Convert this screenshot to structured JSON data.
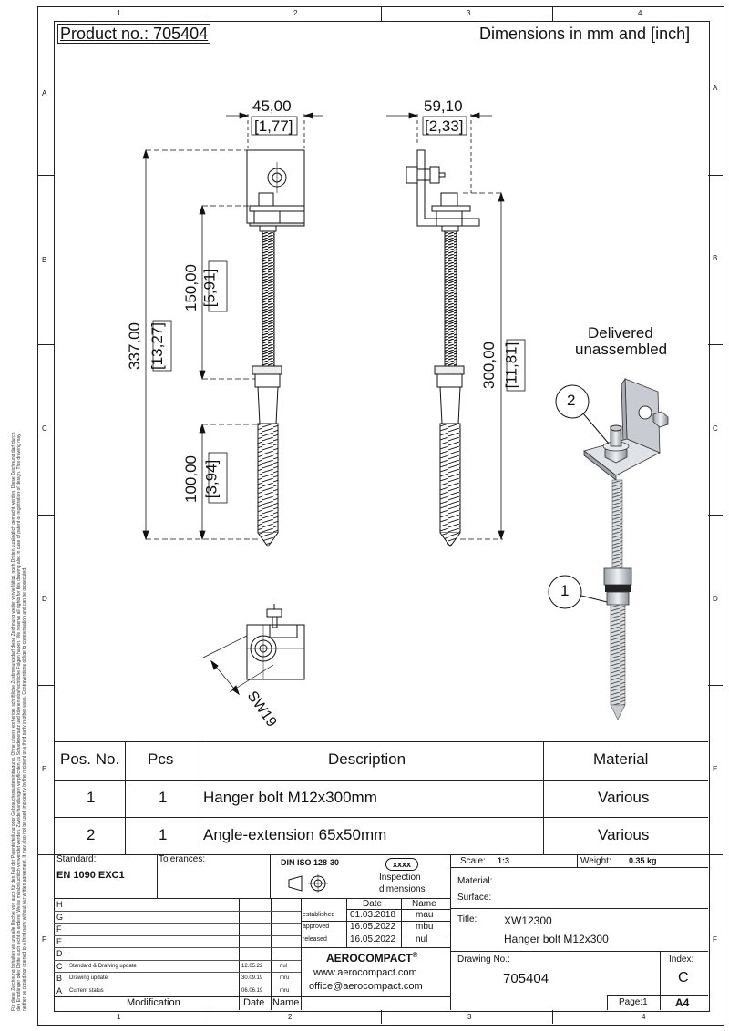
{
  "border": {
    "cols": [
      "1",
      "2",
      "3",
      "4"
    ],
    "rows": [
      "A",
      "B",
      "C",
      "D",
      "E",
      "F"
    ]
  },
  "header": {
    "product": "Product no.: 705404",
    "units": "Dimensions in mm and [inch]"
  },
  "dimensions": {
    "w_front": "45,00",
    "w_front_in": "[1,77]",
    "w_side": "59,10",
    "w_side_in": "[2,33]",
    "h_total": "337,00",
    "h_total_in": "[13,27]",
    "h_thread": "150,00",
    "h_thread_in": "[5,91]",
    "h_screw": "100,00",
    "h_screw_in": "[3,94]",
    "h_side": "300,00",
    "h_side_in": "[11,81]",
    "wrench": "SW19"
  },
  "iso_view": {
    "note_line1": "Delivered",
    "note_line2": "unassembled",
    "balloon_1": "1",
    "balloon_2": "2"
  },
  "bom": {
    "headers": [
      "Pos. No.",
      "Pcs",
      "Description",
      "Material"
    ],
    "rows": [
      {
        "pos": "1",
        "pcs": "1",
        "desc": "Hanger bolt M12x300mm",
        "material": "Various"
      },
      {
        "pos": "2",
        "pcs": "1",
        "desc": "Angle-extension 65x50mm",
        "material": "Various"
      }
    ]
  },
  "title_block": {
    "standard_label": "Standard:",
    "standard_value": "EN 1090 EXC1",
    "tolerances_label": "Tolerances:",
    "din": "DIN ISO 128-30",
    "inspection_badge": "xxxx",
    "inspection_line1": "Inspection",
    "inspection_line2": "dimensions",
    "scale_label": "Scale:",
    "scale_value": "1:3",
    "weight_label": "Weight:",
    "weight_value": "0.35 kg",
    "material_label": "Material:",
    "surface_label": "Surface:",
    "date_header": "Date",
    "name_header": "Name",
    "approvals": [
      {
        "label": "established",
        "date": "01.03.2018",
        "name": "mau"
      },
      {
        "label": "approved",
        "date": "16.05.2022",
        "name": "mbu"
      },
      {
        "label": "released",
        "date": "16.05.2022",
        "name": "nul"
      }
    ],
    "company": "AEROCOMPACT",
    "reg": "®",
    "web": "www.aerocompact.com",
    "email": "office@aerocompact.com",
    "title_label": "Title:",
    "title_code": "XW12300",
    "title_desc": "Hanger bolt M12x300",
    "drawing_no_label": "Drawing No.:",
    "drawing_no": "705404",
    "index_label": "Index:",
    "index_value": "C",
    "page_label": "Page:1",
    "format": "A4",
    "revisions": [
      {
        "letter": "H",
        "text": "",
        "date": "",
        "name": ""
      },
      {
        "letter": "G",
        "text": "",
        "date": "",
        "name": ""
      },
      {
        "letter": "F",
        "text": "",
        "date": "",
        "name": ""
      },
      {
        "letter": "E",
        "text": "",
        "date": "",
        "name": ""
      },
      {
        "letter": "D",
        "text": "",
        "date": "",
        "name": ""
      },
      {
        "letter": "C",
        "text": "Standard & Drawing update",
        "date": "12.05.22",
        "name": "nul"
      },
      {
        "letter": "B",
        "text": "Drawing update",
        "date": "30.09.19",
        "name": "mru"
      },
      {
        "letter": "A",
        "text": "Current status",
        "date": "06.06.19",
        "name": "mru"
      }
    ],
    "mod_header": "Modification",
    "mod_date": "Date",
    "mod_name": "Name"
  },
  "legal_top": "Für diese Zeichnung behalten wir uns alle Rechte vor, auch für den Fall der Patenterteilung oder Gebrauchsmustereintragung. Ohne unsere vorherige, schriftliche Zustimmung darf diese Zeichnung weder vervielfältigt, noch Dritten zugänglich gemacht werden. Diese Zeichnung darf durch den Empfänger oder Dritte auch nicht in anderer Weise missbräuchlich verwendet werden. Zuwiderhandlungen verpflichten zu Schadenersatz und können strafrechtliche Folgen haben. We reserve all rights for this drawing also in case of patent or registration of design. This drawing may neither be copied nor opened to a third party without our written agreement. It may also not be used improperly by the recipient or a third party in other ways. Contraventions oblige to compensation and can be prosecuted."
}
